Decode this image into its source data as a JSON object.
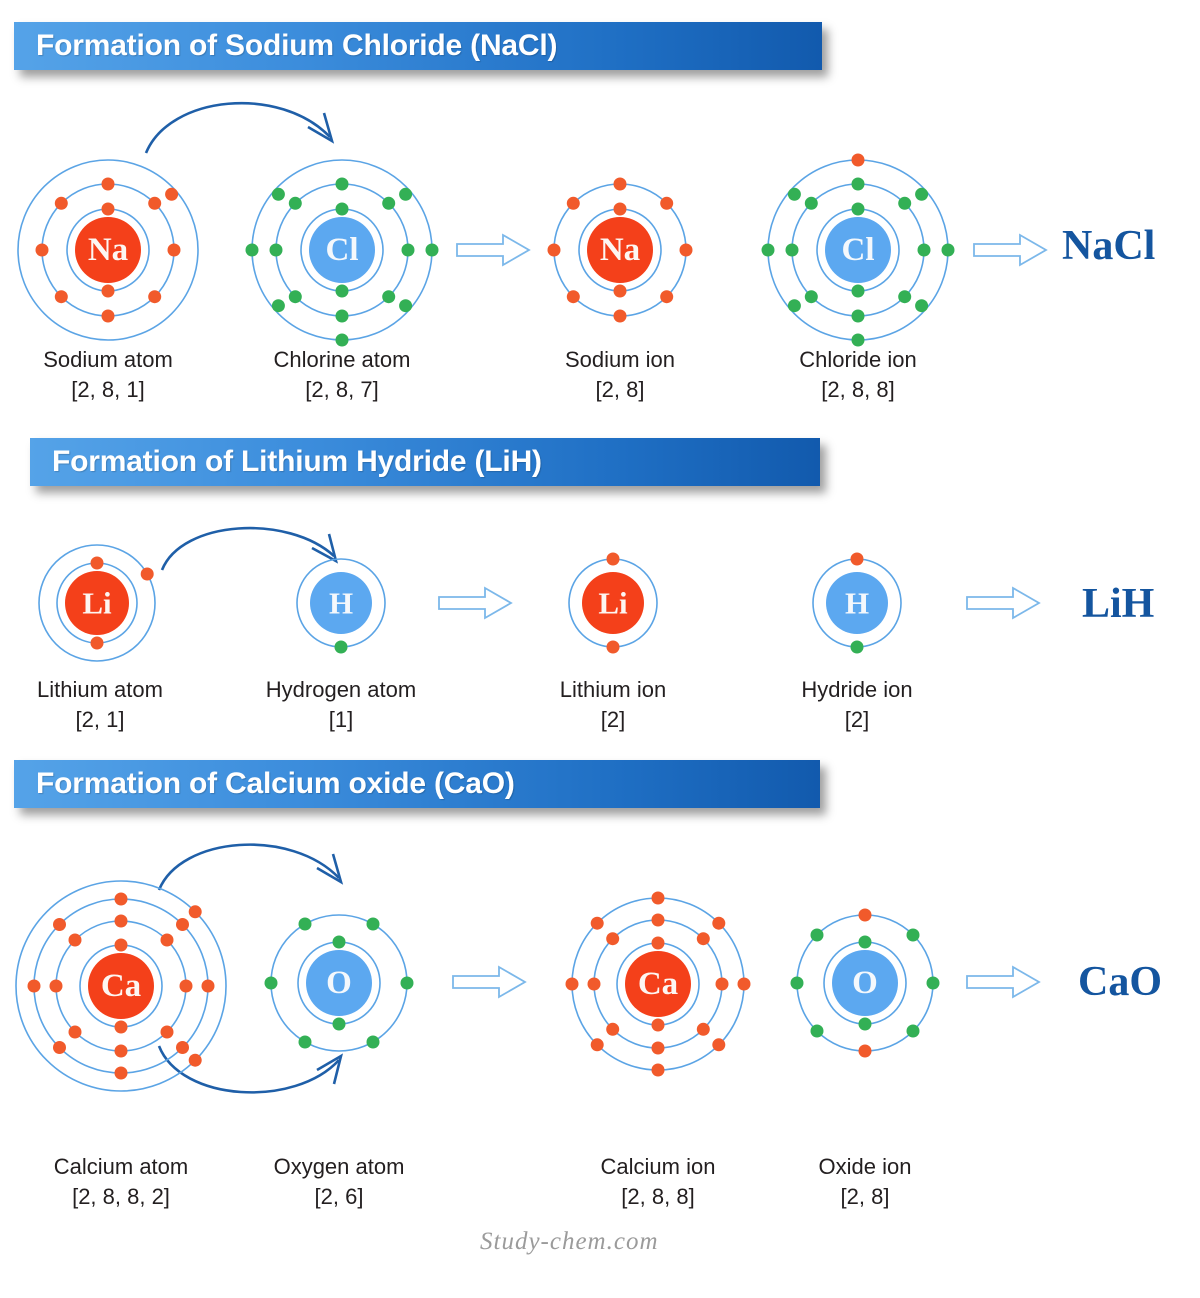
{
  "page": {
    "watermark": "Study-chem.com",
    "colors": {
      "electron_orange": "#f15a2b",
      "electron_green": "#33b055",
      "nucleus_metal": "#f4401a",
      "nucleus_nonmetal": "#5ca8f0",
      "shell_stroke": "#5ba4e5",
      "title_gradient_start": "#55a3e8",
      "title_gradient_end": "#125aad",
      "formula_blue": "#14559f",
      "transfer_arrow": "#1f5fa8"
    }
  },
  "sections": [
    {
      "title": "Formation of Sodium Chloride (NaCl)",
      "product": "NaCl",
      "species": [
        {
          "symbol": "Na",
          "name": "Sodium atom",
          "config": "[2, 8, 1]",
          "shells": [
            2,
            8,
            1
          ],
          "electron_color": "orange",
          "nucleus": "metal"
        },
        {
          "symbol": "Cl",
          "name": "Chlorine atom",
          "config": "[2, 8, 7]",
          "shells": [
            2,
            8,
            7
          ],
          "electron_color": "green",
          "nucleus": "nonmetal"
        },
        {
          "symbol": "Na",
          "name": "Sodium ion",
          "config": "[2, 8]",
          "shells": [
            2,
            8
          ],
          "electron_color": "orange",
          "nucleus": "metal"
        },
        {
          "symbol": "Cl",
          "name": "Chloride ion",
          "config": "[2, 8, 8]",
          "shells": [
            2,
            8,
            8
          ],
          "electron_color": "green",
          "nucleus": "nonmetal",
          "transferred": 1
        }
      ]
    },
    {
      "title": "Formation of Lithium Hydride (LiH)",
      "product": "LiH",
      "species": [
        {
          "symbol": "Li",
          "name": "Lithium atom",
          "config": "[2, 1]",
          "shells": [
            2,
            1
          ],
          "electron_color": "orange",
          "nucleus": "metal"
        },
        {
          "symbol": "H",
          "name": "Hydrogen atom",
          "config": "[1]",
          "shells": [
            1
          ],
          "electron_color": "green",
          "nucleus": "nonmetal"
        },
        {
          "symbol": "Li",
          "name": "Lithium ion",
          "config": "[2]",
          "shells": [
            2
          ],
          "electron_color": "orange",
          "nucleus": "metal"
        },
        {
          "symbol": "H",
          "name": "Hydride ion",
          "config": "[2]",
          "shells": [
            2
          ],
          "electron_color": "green",
          "nucleus": "nonmetal",
          "transferred": 1
        }
      ]
    },
    {
      "title": "Formation of Calcium oxide (CaO)",
      "product": "CaO",
      "species": [
        {
          "symbol": "Ca",
          "name": "Calcium atom",
          "config": "[2, 8, 8, 2]",
          "shells": [
            2,
            8,
            8,
            2
          ],
          "electron_color": "orange",
          "nucleus": "metal"
        },
        {
          "symbol": "O",
          "name": "Oxygen atom",
          "config": "[2, 6]",
          "shells": [
            2,
            6
          ],
          "electron_color": "green",
          "nucleus": "nonmetal"
        },
        {
          "symbol": "Ca",
          "name": "Calcium ion",
          "config": "[2, 8, 8]",
          "shells": [
            2,
            8,
            8
          ],
          "electron_color": "orange",
          "nucleus": "metal"
        },
        {
          "symbol": "O",
          "name": "Oxide ion",
          "config": "[2, 8]",
          "shells": [
            2,
            8
          ],
          "electron_color": "green",
          "nucleus": "nonmetal",
          "transferred": 2
        }
      ]
    }
  ]
}
